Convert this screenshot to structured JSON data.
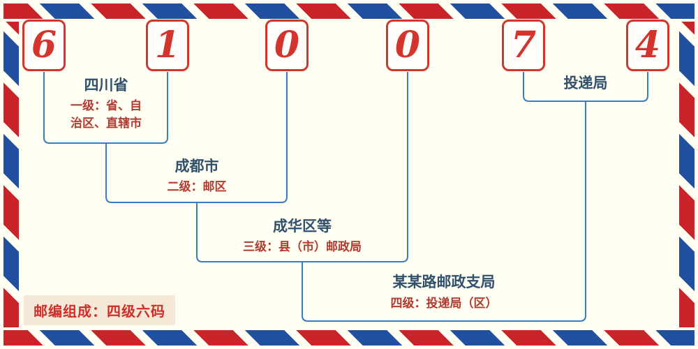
{
  "postal_code": {
    "value": "610074",
    "digits": [
      "6",
      "1",
      "0",
      "0",
      "7",
      "4"
    ]
  },
  "labels": {
    "level1_name": "四川省",
    "level1_desc_line1": "一级：省、自",
    "level1_desc_line2": "治区、直辖市",
    "level2_name": "成都市",
    "level2_desc": "二级：邮区",
    "level3_name": "成华区等",
    "level3_desc": "三级：县（市）邮政局",
    "level4_name": "某某路邮政支局",
    "level4_desc": "四级：投递局（区）",
    "delivery_name": "投递局"
  },
  "footer": {
    "composition_note": "邮编组成：四级六码"
  },
  "colors": {
    "background": "#fffef2",
    "digit_red": "#d3342d",
    "line_blue": "#3a7abe",
    "label_dark": "#30506b",
    "label_red": "#b23b31",
    "stripe_red": "#c8242a",
    "stripe_blue": "#20509f",
    "badge_bg": "#f6e8d6",
    "badge_text": "#cd2f28"
  }
}
